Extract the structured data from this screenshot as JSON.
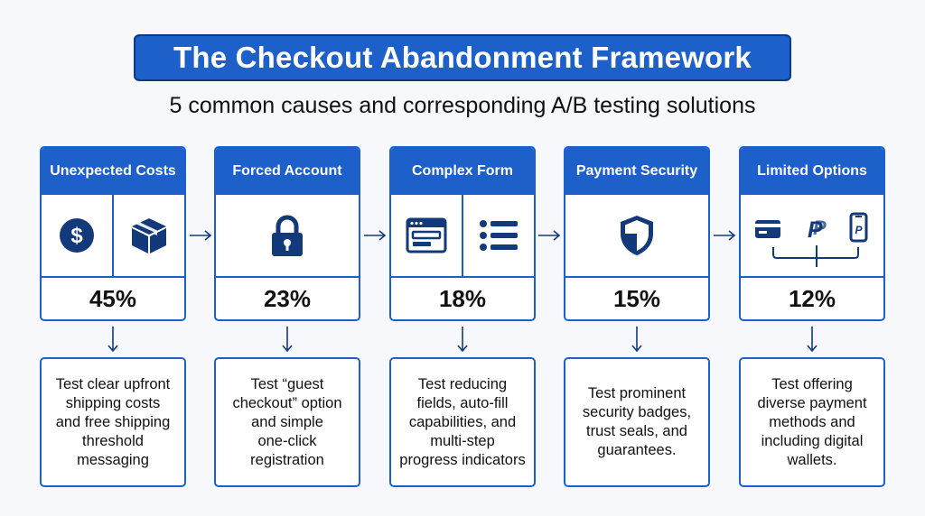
{
  "title": "The Checkout Abandonment Framework",
  "subtitle": "5 common causes and corresponding A/B testing solutions",
  "colors": {
    "primary": "#1e60c9",
    "icon": "#123a7a",
    "background": "#f6f8fc"
  },
  "causes": [
    {
      "label": "Unexpected Costs",
      "value": "45%",
      "icons": [
        "dollar-icon",
        "box-icon"
      ],
      "solution": "Test clear upfront\nshipping costs\nand free shipping\nthreshold\nmessaging"
    },
    {
      "label": "Forced Account",
      "value": "23%",
      "icons": [
        "lock-icon"
      ],
      "solution": "Test “guest\ncheckout” option\nand simple\none-click\nregistration"
    },
    {
      "label": "Complex Form",
      "value": "18%",
      "icons": [
        "form-window-icon",
        "list-icon"
      ],
      "solution": "Test reducing\nfields, auto-fill\ncapabilities, and\nmulti-step\nprogress indicators"
    },
    {
      "label": "Payment Security",
      "value": "15%",
      "icons": [
        "shield-icon"
      ],
      "solution": "Test prominent\nsecurity badges,\ntrust seals, and\nguarantees."
    },
    {
      "label": "Limited Options",
      "value": "12%",
      "icons": [
        "credit-card-icon",
        "paypal-icon",
        "mobile-wallet-icon"
      ],
      "solution": "Test offering\ndiverse payment\nmethods and\nincluding digital\nwallets."
    }
  ]
}
